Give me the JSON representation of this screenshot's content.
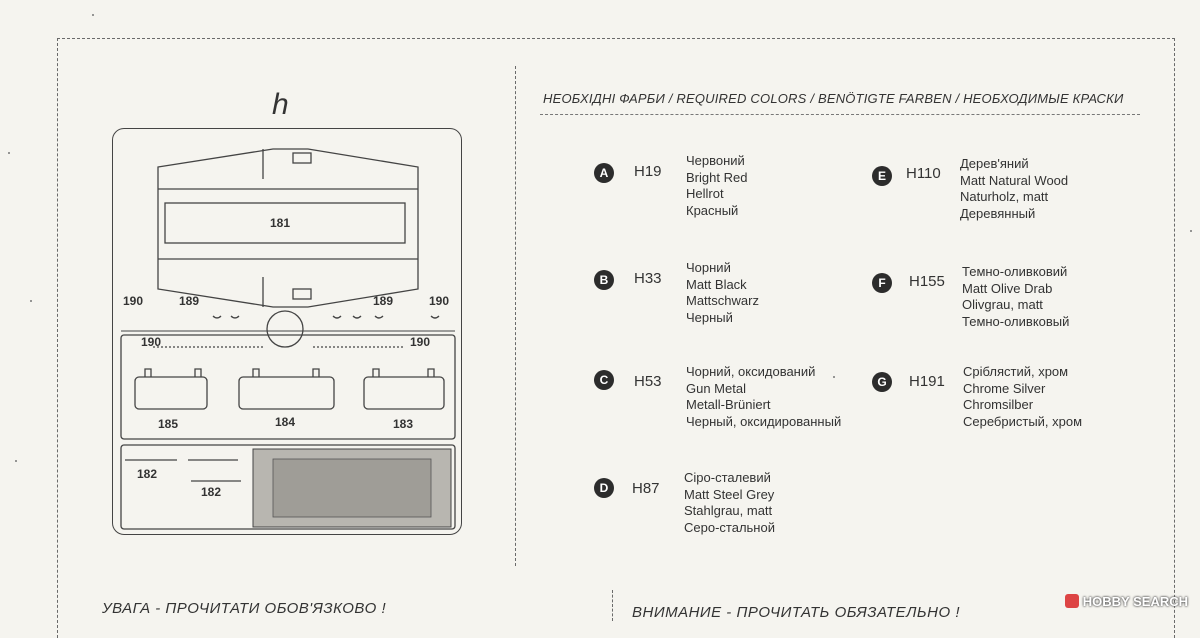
{
  "sheet_letter": "h",
  "parts": {
    "p181": "181",
    "p190_left": "190",
    "p189_left": "189",
    "p189_right": "189",
    "p190_right": "190",
    "p190_mid_left": "190",
    "p190_mid_right": "190",
    "p185": "185",
    "p184": "184",
    "p183": "183",
    "p182_a": "182",
    "p182_b": "182"
  },
  "colors_heading": "НЕОБХІДНІ ФАРБИ / REQUIRED COLORS / BENÖTIGTE FARBEN / НЕОБХОДИМЫЕ КРАСКИ",
  "colors": [
    {
      "letter": "A",
      "code": "H19",
      "names": [
        "Червоний",
        "Bright Red",
        "Hellrot",
        "Красный"
      ]
    },
    {
      "letter": "B",
      "code": "H33",
      "names": [
        "Чорний",
        "Matt Black",
        "Mattschwarz",
        "Черный"
      ]
    },
    {
      "letter": "C",
      "code": "H53",
      "names": [
        "Чорний, оксидований",
        "Gun Metal",
        "Metall-Brüniert",
        "Черный, оксидированный"
      ]
    },
    {
      "letter": "D",
      "code": "H87",
      "names": [
        "Сіро-сталевий",
        "Matt Steel Grey",
        "Stahlgrau, matt",
        "Серо-стальной"
      ]
    },
    {
      "letter": "E",
      "code": "H110",
      "names": [
        "Дерев'яний",
        "Matt Natural Wood",
        "Naturholz, matt",
        "Деревянный"
      ]
    },
    {
      "letter": "F",
      "code": "H155",
      "names": [
        "Темно-оливковий",
        "Matt Olive Drab",
        "Olivgrau, matt",
        "Темно-оливковый"
      ]
    },
    {
      "letter": "G",
      "code": "H191",
      "names": [
        "Сріблястий, хром",
        "Chrome Silver",
        "Chromsilber",
        "Серебристый, хром"
      ]
    }
  ],
  "warning_ua": "УВАГА - ПРОЧИТАТИ ОБОВ'ЯЗКОВО !",
  "warning_ru": "ВНИМАНИЕ - ПРОЧИТАТЬ ОБЯЗАТЕЛЬНО !",
  "watermark": "HOBBY SEARCH"
}
